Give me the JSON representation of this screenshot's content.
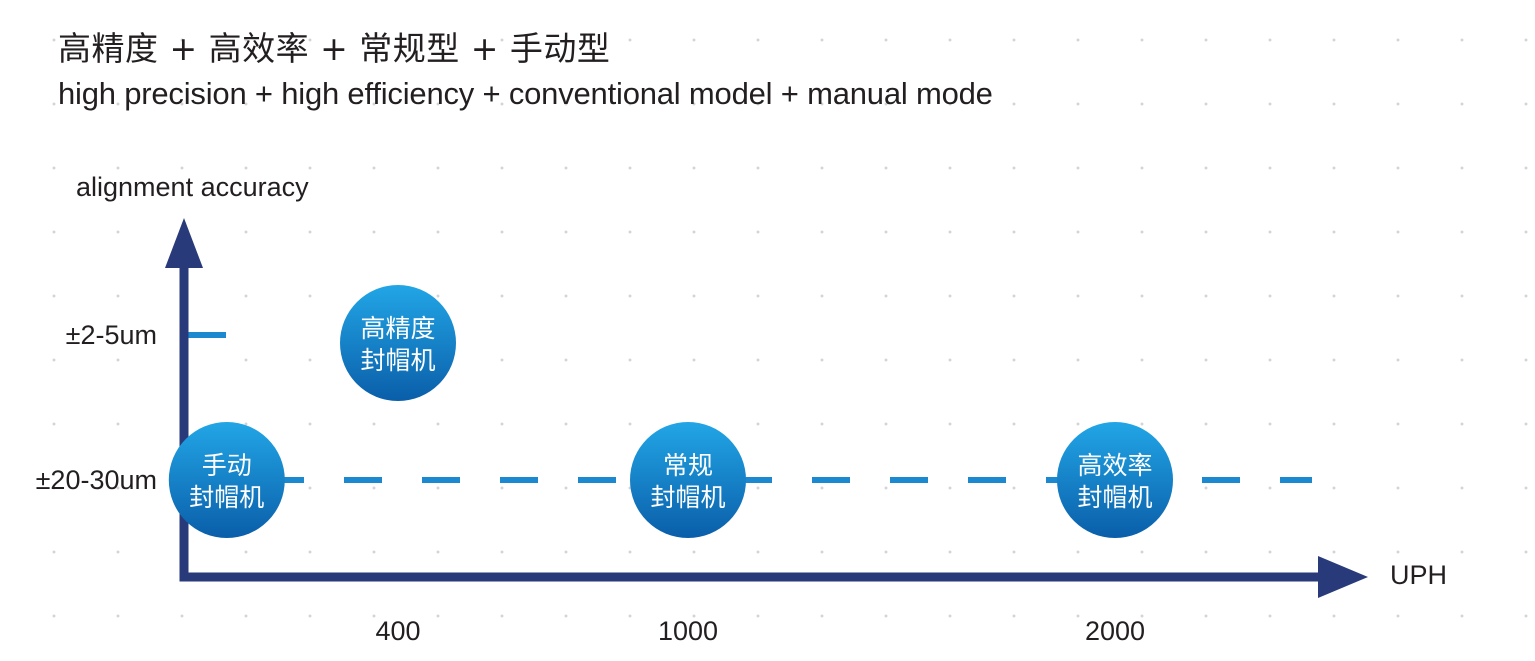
{
  "title": "高精度 + 高效率 + 常规型 + 手动型",
  "subtitle": "high precision + high efficiency + conventional model + manual mode",
  "colors": {
    "axis": "#283a7a",
    "dash": "#1b88cf",
    "bubble_light": "#22a6e6",
    "bubble_dark": "#0a5ea9",
    "text": "#231f20"
  },
  "chart_data": {
    "type": "scatter",
    "xlabel": "UPH",
    "ylabel": "alignment accuracy",
    "x_ticks": [
      400,
      1000,
      2000
    ],
    "y_levels": [
      "±2-5um",
      "±20-30um"
    ],
    "points": [
      {
        "label": [
          "高精度",
          "封帽机"
        ],
        "x": 400,
        "y": "±2-5um"
      },
      {
        "label": [
          "手动",
          "封帽机"
        ],
        "x": 80,
        "y": "±20-30um"
      },
      {
        "label": [
          "常规",
          "封帽机"
        ],
        "x": 1000,
        "y": "±20-30um"
      },
      {
        "label": [
          "高效率",
          "封帽机"
        ],
        "x": 2000,
        "y": "±20-30um"
      }
    ]
  }
}
